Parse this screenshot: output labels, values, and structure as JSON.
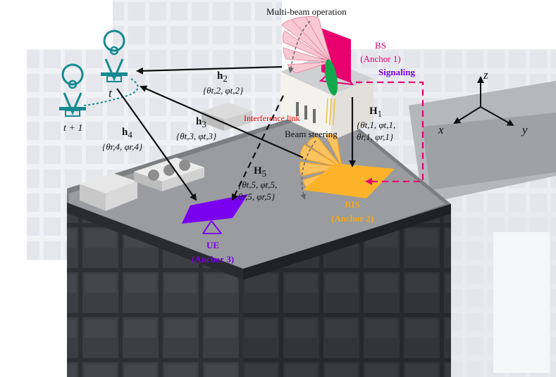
{
  "title": "Multi-beam operation",
  "bs": {
    "name": "BS",
    "anchor": "(Anchor 1)"
  },
  "signaling": "Signaling",
  "interference": "Interference link",
  "beam_steering": "Beam steering",
  "ris": {
    "name": "RIS",
    "anchor": "(Anchor 2)"
  },
  "ue": {
    "name": "UE",
    "anchor": "(Anchor 3)"
  },
  "uav": {
    "t": "t",
    "t1": "t + 1"
  },
  "axes": {
    "x": "x",
    "y": "y",
    "z": "z"
  },
  "channels": {
    "h2": {
      "name": "h",
      "sub": "2",
      "params": "{θt,2, φt,2}"
    },
    "h3": {
      "name": "h",
      "sub": "3",
      "params": "{θt,3, φt,3}"
    },
    "h4": {
      "name": "h",
      "sub": "4",
      "params": "{θr,4, φr,4}"
    },
    "H1": {
      "name": "H",
      "sub": "1",
      "params1": "{θt,1, φt,1,",
      "params2": "θr,1, φr,1}"
    },
    "H5": {
      "name": "H",
      "sub": "5",
      "params1": "{θt,5, φt,5,",
      "params2": "θr,5, φr,5}"
    }
  },
  "colors": {
    "bs": "#e8006f",
    "ris": "#fbb42a",
    "ue": "#7a00f0",
    "signaling_link": "#e8006f",
    "uav": "#168a91",
    "interference_text": "#e00000"
  }
}
